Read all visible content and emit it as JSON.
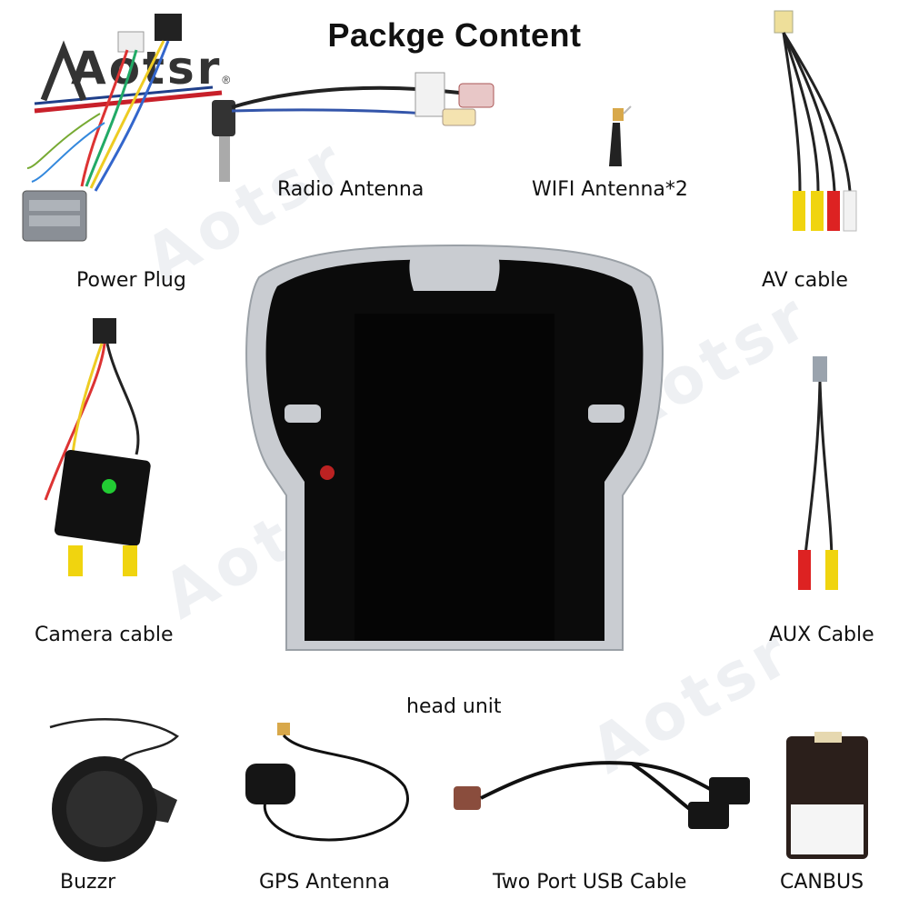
{
  "title": "Packge Content",
  "logo": {
    "text": "Aotsr",
    "registered": "®"
  },
  "watermark": "Aotsr",
  "items": {
    "power_plug": "Power Plug",
    "radio_antenna": "Radio Antenna",
    "wifi_antenna": "WIFI Antenna*2",
    "av_cable": "AV cable",
    "camera_cable": "Camera cable",
    "aux_cable": "AUX Cable",
    "head_unit": "head unit",
    "buzzr": "Buzzr",
    "gps_antenna": "GPS Antenna",
    "usb_cable": "Two Port USB Cable",
    "canbus": "CANBUS"
  },
  "colors": {
    "brand_red": "#c8202a",
    "brand_blue": "#1f3f8a",
    "bezel_silver": "#c9ccd1",
    "screen_black": "#050505"
  }
}
